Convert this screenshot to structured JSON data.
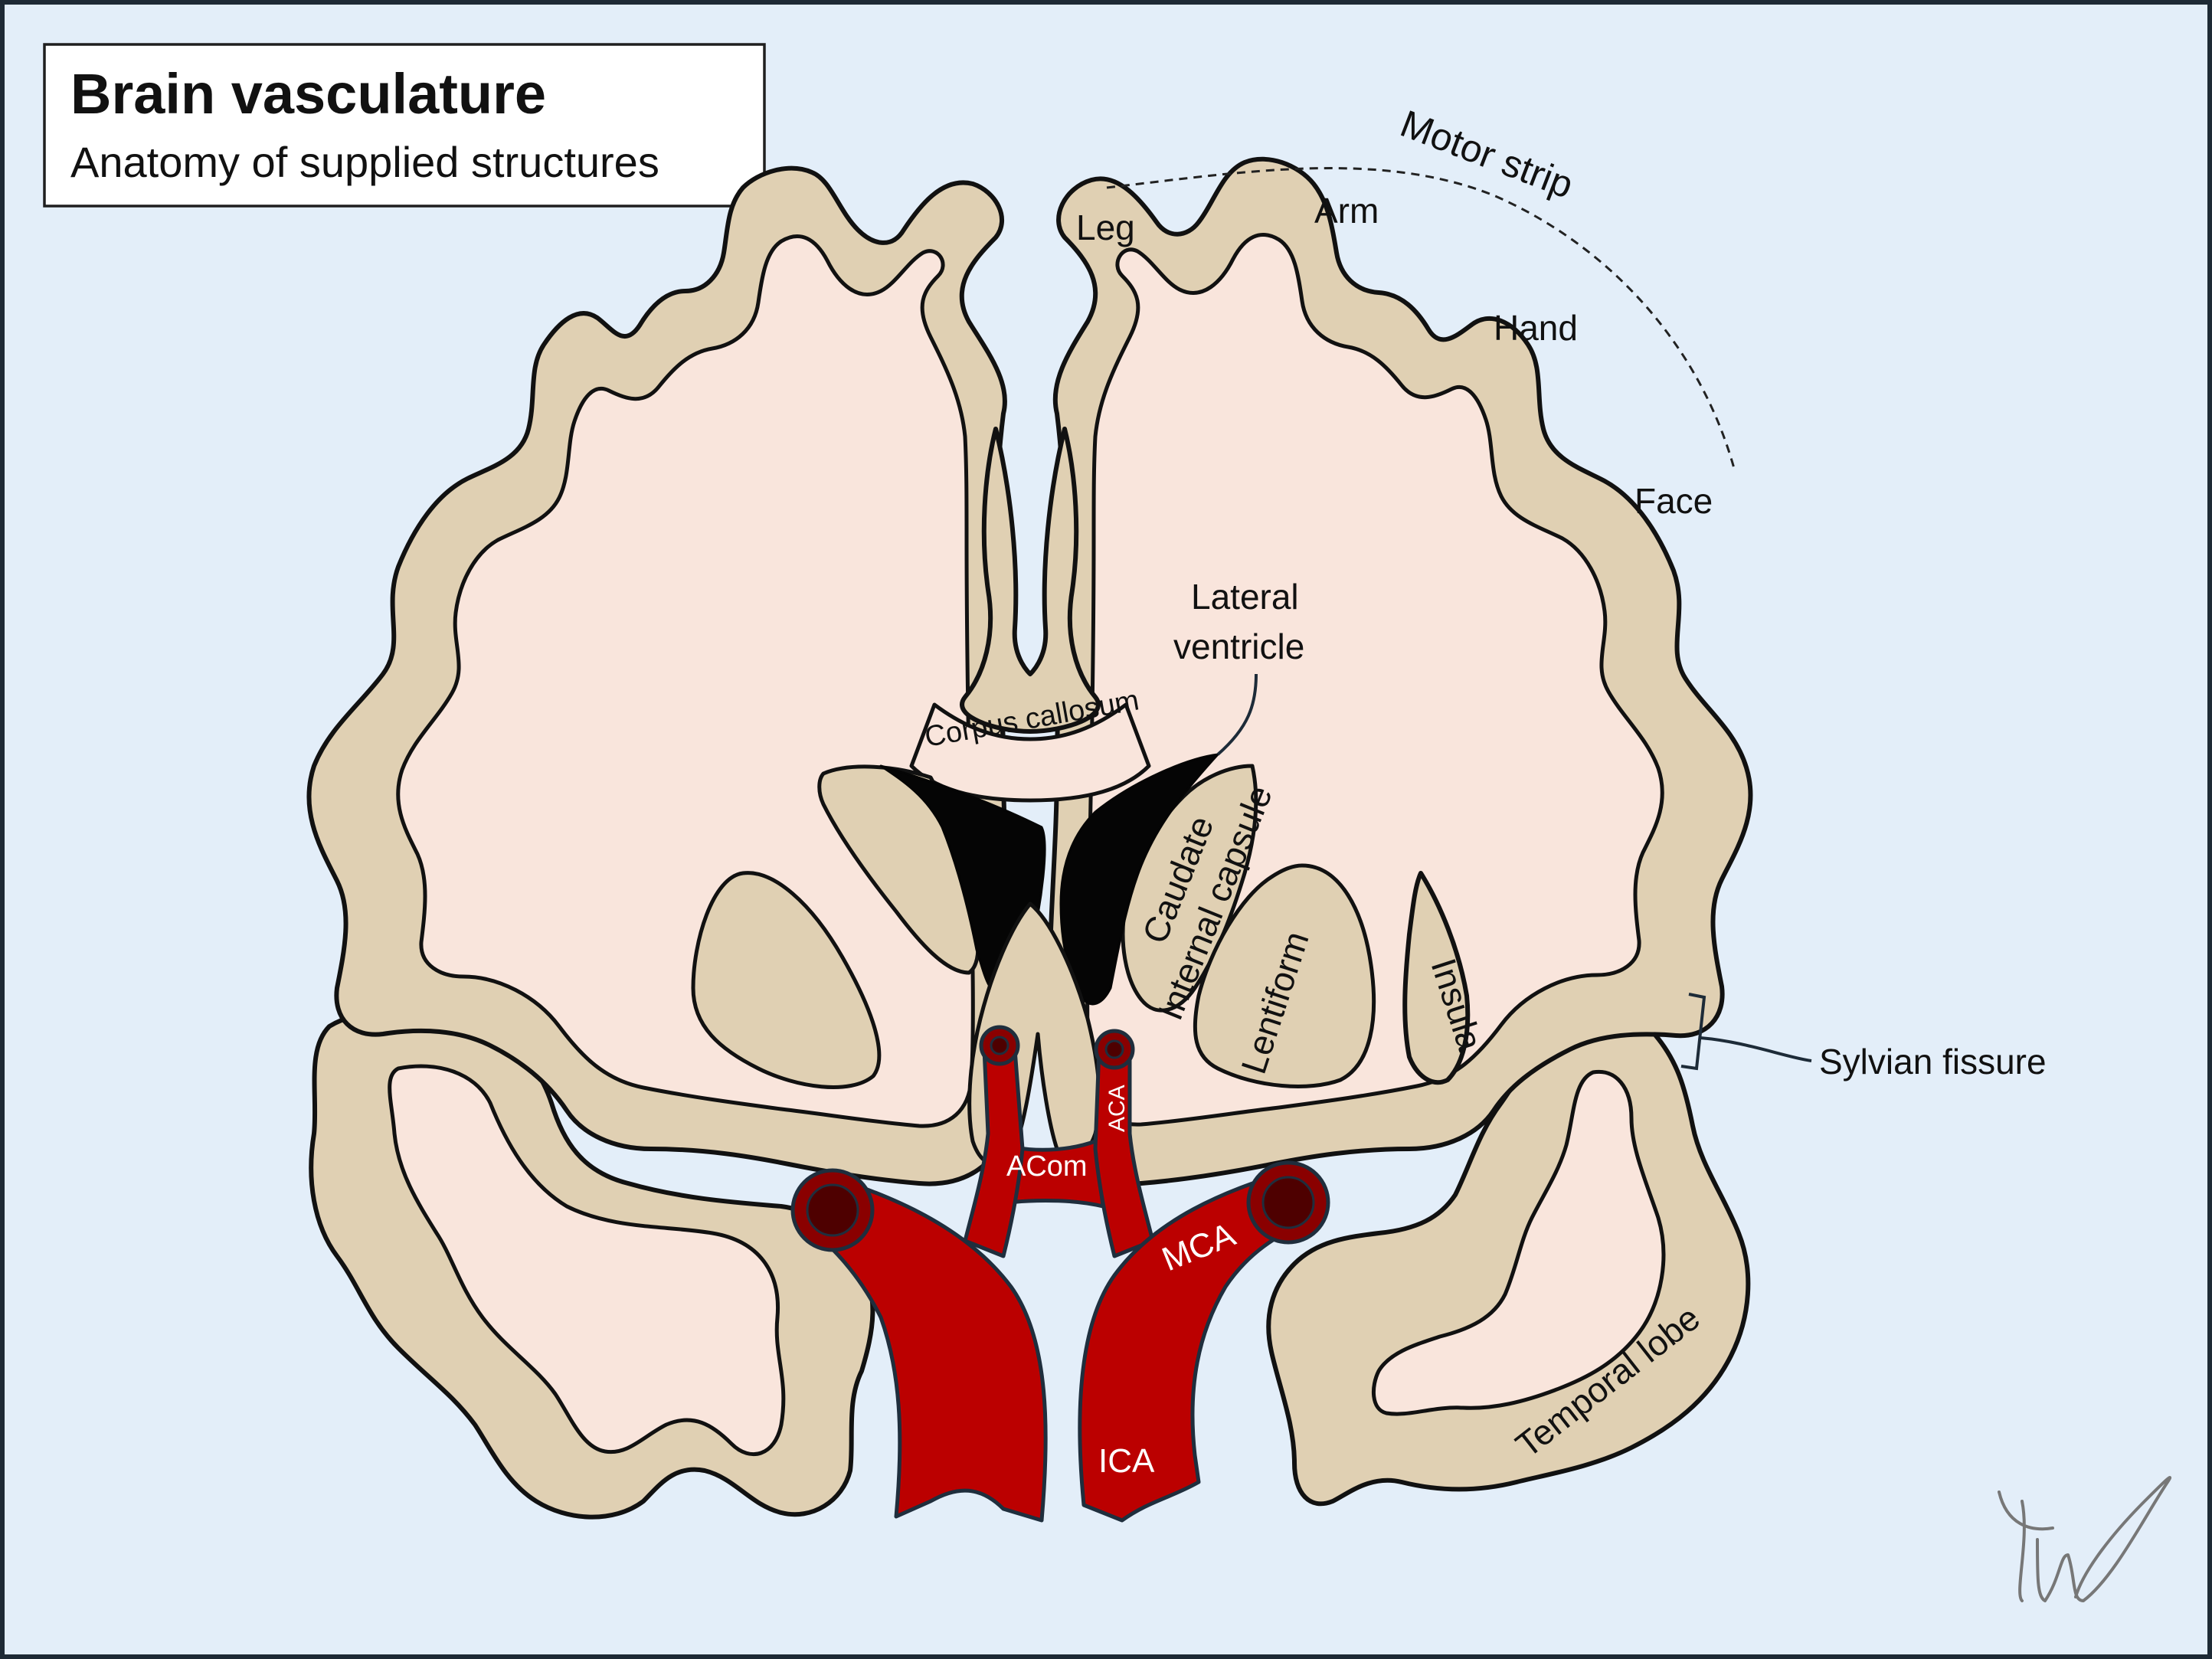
{
  "title": "Brain vasculature",
  "subtitle": "Anatomy of supplied structures",
  "motor_strip": {
    "title": "Motor strip",
    "regions": [
      "Leg",
      "Arm",
      "Hand",
      "Face"
    ]
  },
  "structures": {
    "lateral_ventricle_line1": "Lateral",
    "lateral_ventricle_line2": "ventricle",
    "corpus_callosum": "Corpus callosum",
    "caudate": "Caudate",
    "internal_capsule": "Internal capsule",
    "lentiform": "Lentiform",
    "insula": "Insula",
    "sylvian_fissure": "Sylvian fissure",
    "temporal_lobe": "Temporal lobe"
  },
  "vessels": {
    "aca": "ACA",
    "acom": "ACom",
    "mca": "MCA",
    "ica": "ICA"
  },
  "colors": {
    "background": "#e3eef9",
    "cortex_gray_matter": "#e0d0b3",
    "white_matter": "#f9e5dc",
    "ventricle": "#050505",
    "artery": "#bb0000"
  }
}
